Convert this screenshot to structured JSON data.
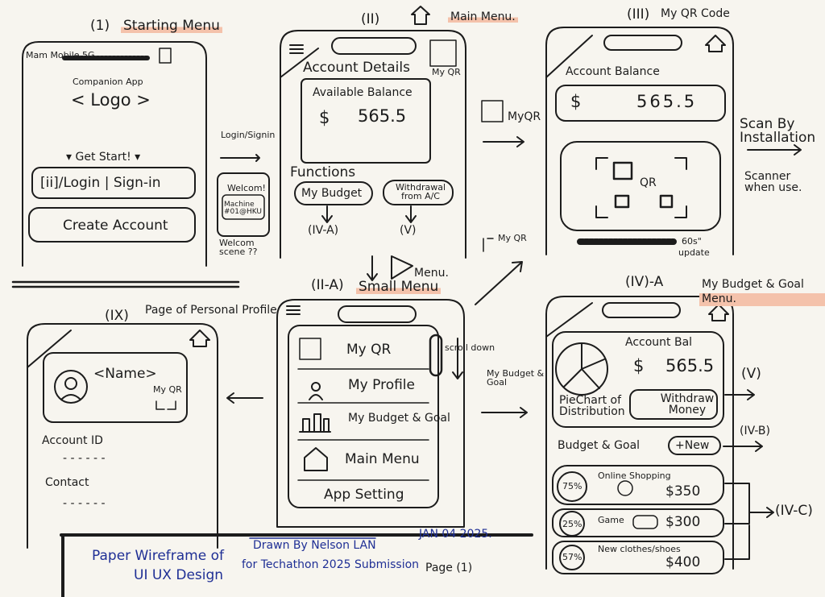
{
  "screens": {
    "starting": {
      "title_num": "(1)",
      "title": "Starting Menu",
      "status": "Mam Mobile 5G",
      "companion": "Companion App",
      "logo": "< Logo >",
      "get_start": "▾ Get Start! ▾",
      "login": "[ii]/Login | Sign-in",
      "create": "Create Account",
      "login_arrow": "Login/Signin",
      "welcome": "Welcom!",
      "machine": "Machine #01@HKU",
      "welcome_scene": "Welcom scene ??"
    },
    "main": {
      "title_num": "(II)",
      "title": "Main Menu.",
      "account_details": "Account Details",
      "my_qr": "My QR",
      "available": "Available Balance",
      "currency": "$",
      "amount": "565.5",
      "functions": "Functions",
      "my_budget": "My Budget",
      "withdraw": "Withdrawal from A/C",
      "to_budget": "(IV-A)",
      "to_withdraw": "(V)"
    },
    "qr": {
      "title_num": "(III)",
      "title": "My QR Code",
      "account_balance": "Account Balance",
      "currency": "$",
      "amount": "565.5",
      "qr": "QR",
      "timer": "60s\"",
      "update": "update",
      "myqr_arrow": "MyQR",
      "scan": "Scan By Installation",
      "scanner": "Scanner when use."
    },
    "small": {
      "title_num": "(II-A)",
      "title": "Small Menu",
      "menu_arrow": "Menu.",
      "items": [
        "My QR",
        "My Profile",
        "My Budget & Goal",
        "Main Menu",
        "App Setting"
      ],
      "scroll": "scroll down",
      "myqr_link": "My QR",
      "budget_link": "My Budget & Goal"
    },
    "budget": {
      "title_num": "(IV)-A",
      "title": "My Budget & Goal Menu.",
      "account_bal": "Account Bal",
      "currency": "$",
      "amount": "565.5",
      "pie": "PieChart of Distribution",
      "withdraw": "Withdraw Money",
      "to_v": "(V)",
      "budget_goal": "Budget & Goal",
      "new": "+New",
      "to_ivb": "(IV-B)",
      "to_ivc": "(IV-C)",
      "goals": [
        {
          "pct": "75%",
          "name": "Online Shopping",
          "amount": "$350"
        },
        {
          "pct": "25%",
          "name": "Game",
          "amount": "$300"
        },
        {
          "pct": "57%",
          "name": "New clothes/shoes",
          "amount": "$400"
        }
      ]
    },
    "profile": {
      "title_num": "(IX)",
      "title": "Page of Personal Profile",
      "name": "<Name>",
      "my_qr": "My QR",
      "account_id": "Account ID",
      "contact": "Contact",
      "dashes": "- - - - - -"
    }
  },
  "footer": {
    "line1": "Paper Wireframe of",
    "line2": "UI UX Design",
    "drawn": "Drawn By Nelson LAN",
    "for": "for Techathon 2025 Submission",
    "date": "JAN 04 2025.",
    "page": "Page (1)"
  }
}
